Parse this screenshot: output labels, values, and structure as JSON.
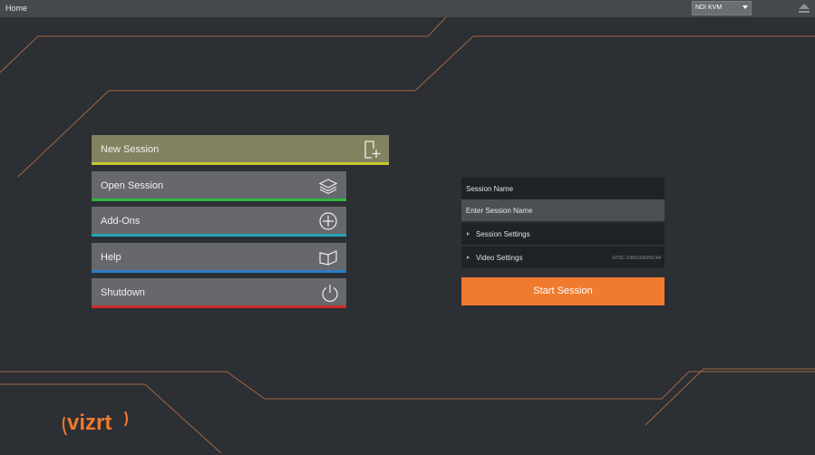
{
  "topbar": {
    "home": "Home",
    "output": "NDI KVM"
  },
  "menu": [
    {
      "label": "New Session",
      "icon": "new-session-icon",
      "color": "#c8c830",
      "active": true
    },
    {
      "label": "Open Session",
      "icon": "layers-icon",
      "color": "#2fb53a",
      "active": false
    },
    {
      "label": "Add-Ons",
      "icon": "plus-circle-icon",
      "color": "#25a5b6",
      "active": false
    },
    {
      "label": "Help",
      "icon": "book-icon",
      "color": "#2f7cc8",
      "active": false
    },
    {
      "label": "Shutdown",
      "icon": "power-icon",
      "color": "#d02a2a",
      "active": false
    }
  ],
  "session": {
    "name_label": "Session Name",
    "name_placeholder": "Enter Session Name",
    "settings_label": "Session Settings",
    "video_label": "Video Settings",
    "video_value": "NTSC 1080/1080/59.94i",
    "start": "Start Session"
  },
  "logo": "vizrt",
  "colors": {
    "accent": "#f07a2e",
    "line": "#c87a4a"
  }
}
